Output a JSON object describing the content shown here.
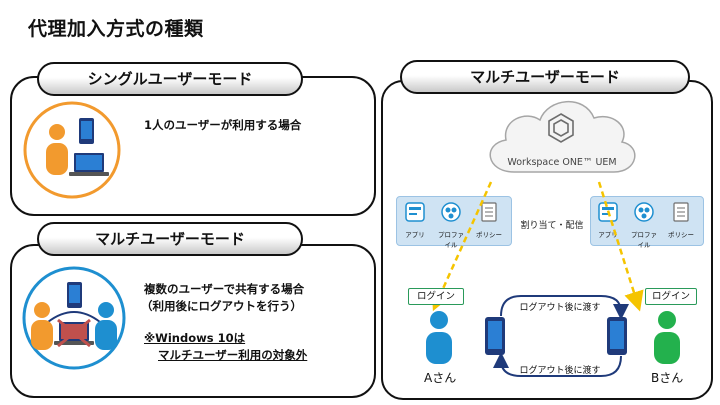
{
  "page": {
    "title": "代理加入方式の種類"
  },
  "single_mode": {
    "title": "シングルユーザーモード",
    "description": "1人のユーザーが利用する場合"
  },
  "multi_mode_left": {
    "title": "マルチユーザーモード",
    "desc_line1": "複数のユーザーで共有する場合",
    "desc_line2": "（利用後にログアウトを行う）",
    "note_line1": "※Windows 10は",
    "note_line2": "マルチユーザー利用の対象外"
  },
  "multi_mode_right": {
    "title": "マルチユーザーモード",
    "cloud_label": "Workspace ONE™ UEM",
    "distribution_label": "割り当て・配信",
    "services": [
      "アプリ",
      "プロファイル",
      "ポリシー"
    ],
    "logout_top": "ログアウト後に渡す",
    "logout_bottom": "ログアウト後に渡す",
    "user_a": {
      "login": "ログイン",
      "name": "Aさん",
      "color": "#1e8fd0"
    },
    "user_b": {
      "login": "ログイン",
      "name": "Bさん",
      "color": "#23b14d"
    }
  },
  "colors": {
    "orange": "#f29a2e",
    "blue": "#1e8fd0",
    "green": "#23b14d",
    "dashed_yellow": "#f5c400",
    "arrow_navy": "#1f3a7a",
    "card_blue": "#cfe3f3"
  }
}
